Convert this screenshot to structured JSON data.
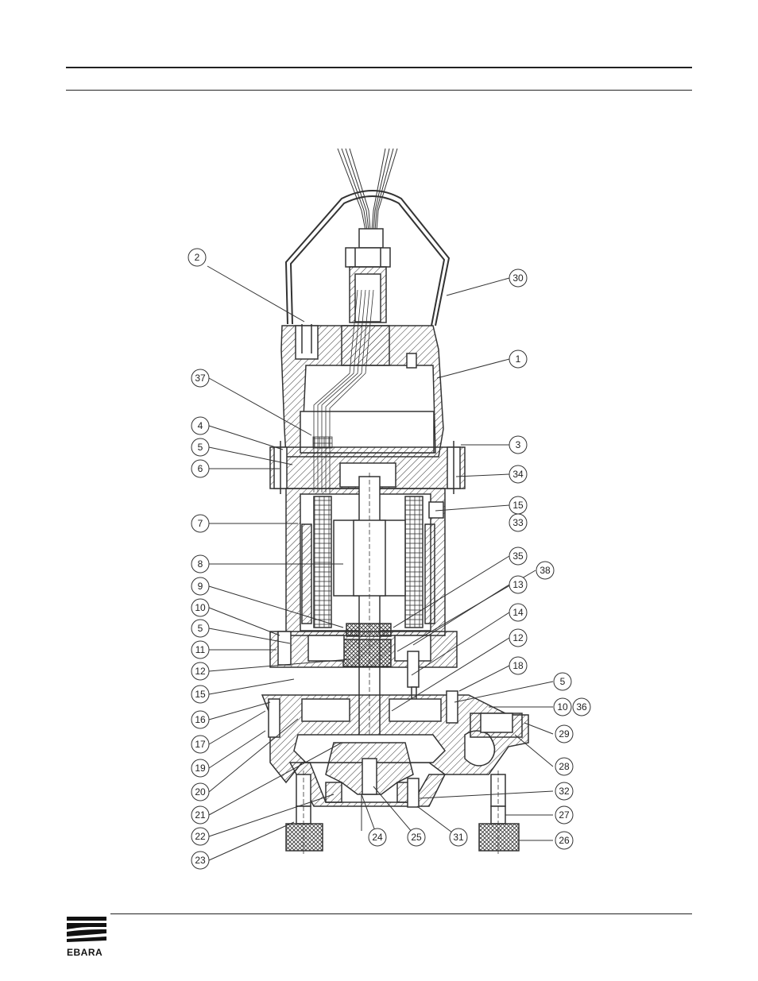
{
  "brand": {
    "name": "EBARA"
  },
  "drawing": {
    "callouts_left": [
      "2",
      "37",
      "4",
      "5",
      "6",
      "7",
      "8",
      "9",
      "10",
      "5",
      "11",
      "12",
      "15",
      "16",
      "17",
      "19",
      "20",
      "21",
      "22",
      "23",
      "24",
      "25",
      "31"
    ],
    "callouts_right": [
      "30",
      "1",
      "3",
      "34",
      "15",
      "33",
      "35",
      "38",
      "13",
      "14",
      "12",
      "18",
      "5",
      "10",
      "36",
      "29",
      "28",
      "32",
      "27",
      "26"
    ]
  }
}
